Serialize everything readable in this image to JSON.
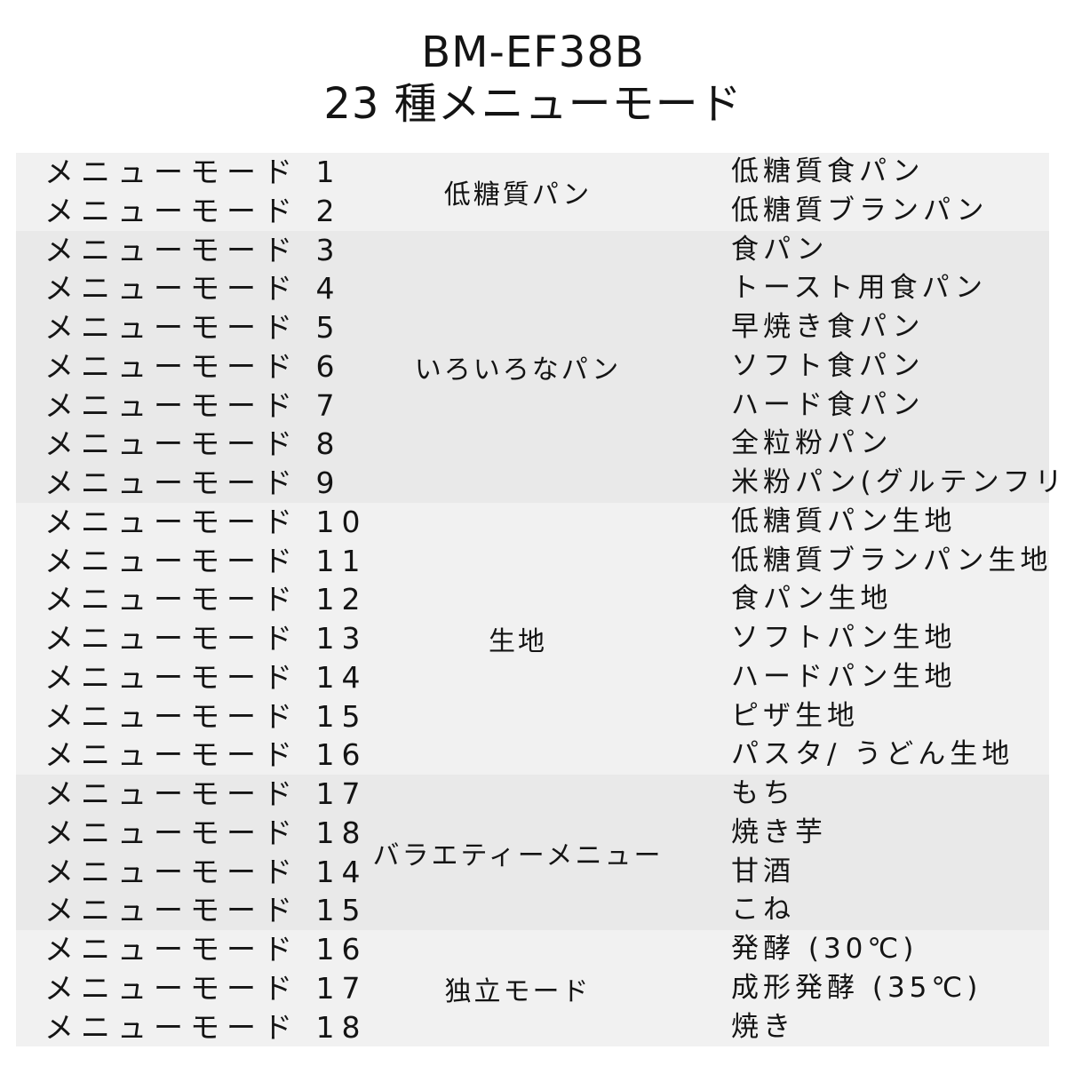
{
  "title": {
    "line1": "BM-EF38B",
    "line2": "23 種メニューモード"
  },
  "groups": [
    {
      "category": "低糖質パン",
      "rows": [
        {
          "mode": "メニューモード 1",
          "menu": "低糖質食パン"
        },
        {
          "mode": "メニューモード 2",
          "menu": "低糖質ブランパン"
        }
      ]
    },
    {
      "category": "いろいろなパン",
      "rows": [
        {
          "mode": "メニューモード 3",
          "menu": "食パン"
        },
        {
          "mode": "メニューモード 4",
          "menu": "トースト用食パン"
        },
        {
          "mode": "メニューモード 5",
          "menu": "早焼き食パン"
        },
        {
          "mode": "メニューモード 6",
          "menu": "ソフト食パン"
        },
        {
          "mode": "メニューモード 7",
          "menu": "ハード食パン"
        },
        {
          "mode": "メニューモード 8",
          "menu": "全粒粉パン"
        },
        {
          "mode": "メニューモード 9",
          "menu": "米粉パン(グルテンフリー)"
        }
      ]
    },
    {
      "category": "生地",
      "rows": [
        {
          "mode": "メニューモード 10",
          "menu": "低糖質パン生地"
        },
        {
          "mode": "メニューモード 11",
          "menu": "低糖質ブランパン生地"
        },
        {
          "mode": "メニューモード 12",
          "menu": "食パン生地"
        },
        {
          "mode": "メニューモード 13",
          "menu": "ソフトパン生地"
        },
        {
          "mode": "メニューモード 14",
          "menu": "ハードパン生地"
        },
        {
          "mode": "メニューモード 15",
          "menu": "ピザ生地"
        },
        {
          "mode": "メニューモード 16",
          "menu": "パスタ/ うどん生地"
        }
      ]
    },
    {
      "category": "バラエティーメニュー",
      "rows": [
        {
          "mode": "メニューモード 17",
          "menu": "もち"
        },
        {
          "mode": "メニューモード 18",
          "menu": "焼き芋"
        },
        {
          "mode": "メニューモード 14",
          "menu": "甘酒"
        },
        {
          "mode": "メニューモード 15",
          "menu": "こね"
        }
      ]
    },
    {
      "category": "独立モード",
      "rows": [
        {
          "mode": "メニューモード 16",
          "menu": "発酵 (30℃)"
        },
        {
          "mode": "メニューモード 17",
          "menu": "成形発酵 (35℃)"
        },
        {
          "mode": "メニューモード 18",
          "menu": "焼き"
        }
      ]
    }
  ]
}
